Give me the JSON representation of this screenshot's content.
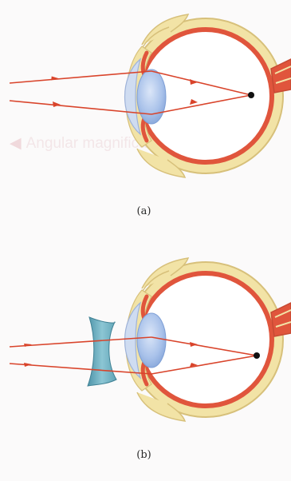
{
  "figure": {
    "panels": [
      {
        "label": "(a)",
        "has_corrective_lens": false
      },
      {
        "label": "(b)",
        "has_corrective_lens": true
      }
    ],
    "watermark_text": "Angular magnification"
  },
  "colors": {
    "background": "#fbfafa",
    "ray": "#d9442b",
    "sclera_outer": "#e8d48a",
    "sclera_fill": "#f2e3a6",
    "choroid": "#e0553c",
    "interior": "#ffffff",
    "lens": "#a9c2ea",
    "cornea": "#cfdcf1",
    "corrective_lens": "#6aaec0",
    "focal_point": "#111111"
  }
}
